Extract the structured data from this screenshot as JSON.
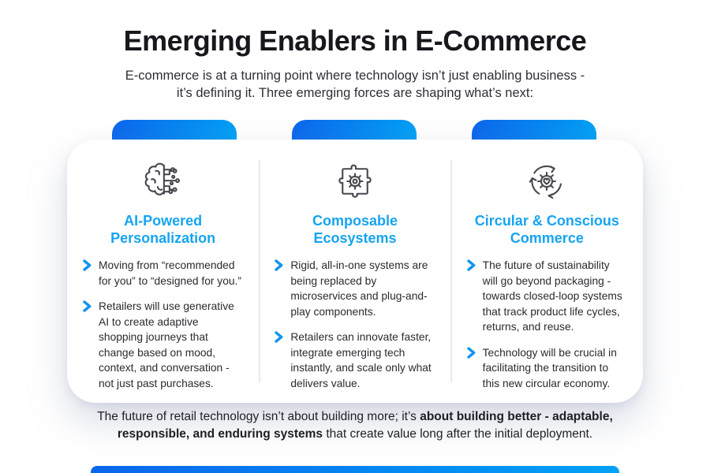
{
  "header": {
    "title": "Emerging Enablers in E-Commerce",
    "subtitle_line1": "E-commerce is at a turning point where technology isn’t just enabling business -",
    "subtitle_line2": "it’s defining it. Three emerging forces are shaping what’s next:"
  },
  "colors": {
    "accent_blue": "#16a4f0",
    "tab_gradient_start": "#0b66ec",
    "tab_gradient_end": "#02a2f5",
    "text_dark": "#17171d",
    "divider_gray": "#e8eaf1"
  },
  "icons": {
    "card1": "ai-brain-circuit-icon",
    "card2": "puzzle-gear-icon",
    "card3": "circular-arrows-gear-heart-icon",
    "bullet": "chevron-right-icon"
  },
  "cards": [
    {
      "title": "AI-Powered Personalization",
      "bullets": [
        "Moving from “recommended for you” to “designed for you.”",
        "Retailers will use generative AI to create adaptive shopping journeys that change based on mood, context, and conversation - not just past purchases."
      ]
    },
    {
      "title": "Composable Ecosystems",
      "bullets": [
        "Rigid, all-in-one systems are being replaced by microservices and plug-and-play components.",
        "Retailers can innovate faster, integrate emerging tech instantly, and scale only what delivers value."
      ]
    },
    {
      "title": "Circular & Conscious Commerce",
      "bullets": [
        "The future of sustainability will go beyond packaging - towards closed-loop systems that track product life cycles, returns, and reuse.",
        "Technology will be crucial in facilitating the transition to this new circular economy."
      ]
    }
  ],
  "footer": {
    "pre": "The future of retail technology isn’t about building more; it’s ",
    "bold": "about building better - adaptable, responsible, and enduring systems",
    "post": " that create value long after the initial deployment."
  }
}
